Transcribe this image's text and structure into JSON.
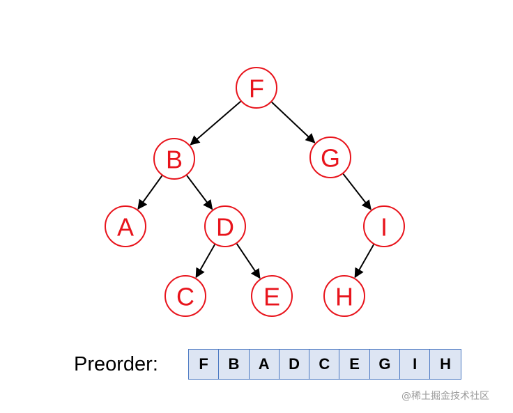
{
  "tree": {
    "nodes": [
      {
        "id": "F",
        "label": "F"
      },
      {
        "id": "B",
        "label": "B"
      },
      {
        "id": "G",
        "label": "G"
      },
      {
        "id": "A",
        "label": "A"
      },
      {
        "id": "D",
        "label": "D"
      },
      {
        "id": "I",
        "label": "I"
      },
      {
        "id": "C",
        "label": "C"
      },
      {
        "id": "E",
        "label": "E"
      },
      {
        "id": "H",
        "label": "H"
      }
    ],
    "edges": [
      {
        "from": "F",
        "to": "B"
      },
      {
        "from": "F",
        "to": "G"
      },
      {
        "from": "B",
        "to": "A"
      },
      {
        "from": "B",
        "to": "D"
      },
      {
        "from": "G",
        "to": "I"
      },
      {
        "from": "D",
        "to": "C"
      },
      {
        "from": "D",
        "to": "E"
      },
      {
        "from": "I",
        "to": "H"
      }
    ]
  },
  "preorder": {
    "label": "Preorder:",
    "sequence": [
      "F",
      "B",
      "A",
      "D",
      "C",
      "E",
      "G",
      "I",
      "H"
    ]
  },
  "watermark": "@稀土掘金技术社区",
  "colors": {
    "node_stroke": "#e8141c",
    "node_text": "#e8141c",
    "edge": "#000000",
    "cell_fill": "#dde5f3",
    "cell_border": "#4a78c2"
  }
}
